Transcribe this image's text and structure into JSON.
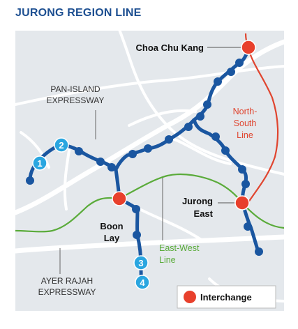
{
  "title": "JURONG REGION LINE",
  "labels": {
    "choa_chu_kang": "Choa Chu Kang",
    "pie_line1": "PAN-ISLAND",
    "pie_line2": "EXPRESSWAY",
    "nsl_line1": "North-",
    "nsl_line2": "South",
    "nsl_line3": "Line",
    "jurong_line1": "Jurong",
    "jurong_line2": "East",
    "boon_line1": "Boon",
    "boon_line2": "Lay",
    "ewl_line1": "East-West",
    "ewl_line2": "Line",
    "aye_line1": "AYER RAJAH",
    "aye_line2": "EXPRESSWAY"
  },
  "station_numbers": [
    "1",
    "2",
    "3",
    "4"
  ],
  "legend": {
    "label": "Interchange"
  },
  "colors": {
    "title": "#1d4f91",
    "jrl": "#1a56a0",
    "numbered_station": "#2aa6e0",
    "interchange": "#e8402c",
    "north_south_line": "#e0452f",
    "east_west_line": "#5aab3a",
    "land": "#e4e8ec",
    "roads": "#ffffff"
  }
}
